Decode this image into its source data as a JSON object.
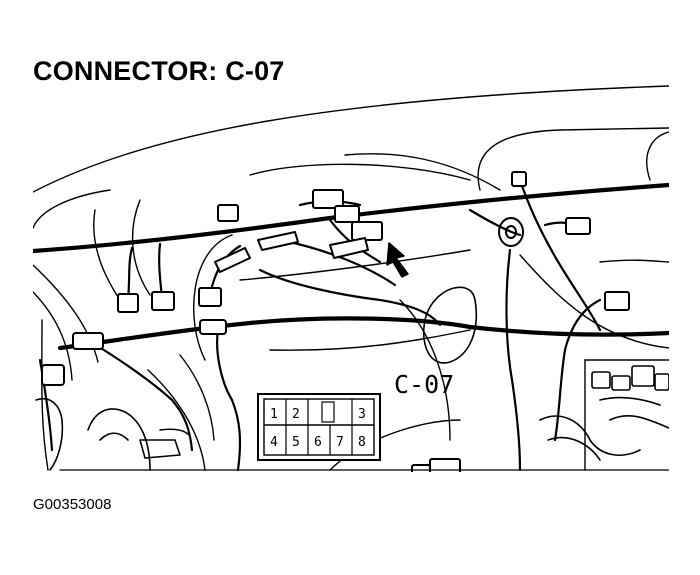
{
  "header": {
    "title": "CONNECTOR: C-07"
  },
  "diagram": {
    "callout_label": "C-07",
    "connector_face": {
      "top_row": [
        "1",
        "2",
        "",
        "3"
      ],
      "bottom_row": [
        "4",
        "5",
        "6",
        "7",
        "8"
      ]
    }
  },
  "footer": {
    "figure_id": "G00353008"
  },
  "colors": {
    "ink": "#000000",
    "background": "#ffffff"
  }
}
